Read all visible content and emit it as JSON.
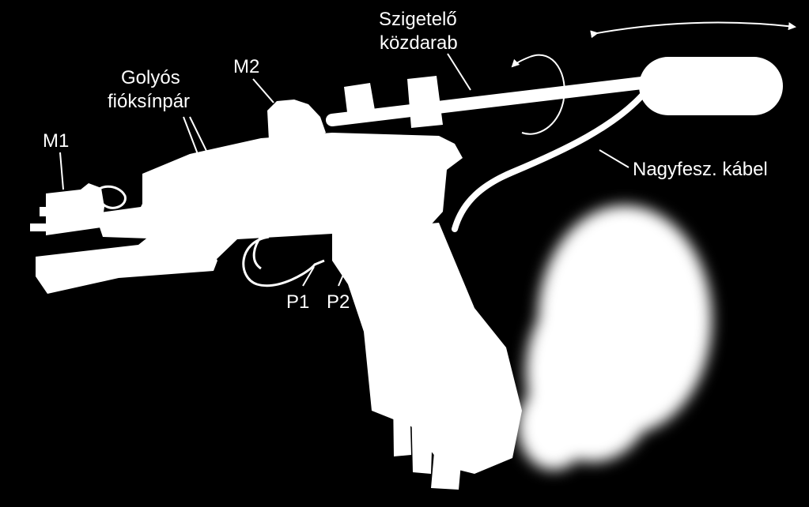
{
  "colors": {
    "background": "#000000",
    "foreground": "#ffffff"
  },
  "labels": {
    "m1": "M1",
    "m2": "M2",
    "rails_line1": "Golyós",
    "rails_line2": "fióksínpár",
    "insulator_line1": "Szigetelő",
    "insulator_line2": "közdarab",
    "hv_cable": "Nagyfesz. kábel",
    "p1": "P1",
    "p2": "P2"
  },
  "icons": {
    "rotation": "rotation-arrow-icon",
    "translation": "double-arrow-icon"
  }
}
